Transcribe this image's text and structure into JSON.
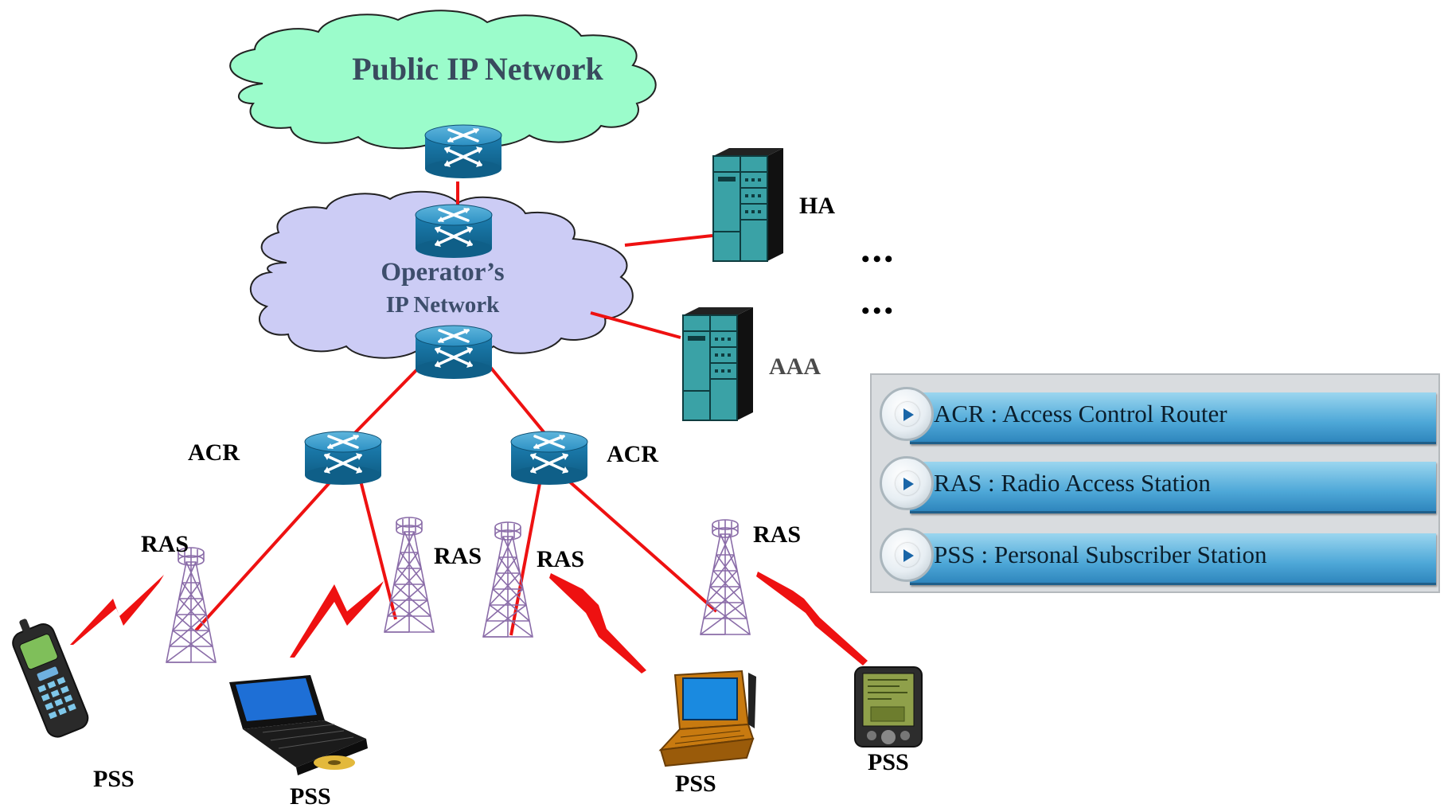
{
  "network": {
    "public_cloud_label": "Public IP Network",
    "operator_cloud_line1": "Operator’s",
    "operator_cloud_line2": "IP Network"
  },
  "servers": {
    "ha_label": "HA",
    "aaa_label": "AAA"
  },
  "ellipsis": {
    "row1": "•••",
    "row2": "•••"
  },
  "acr_labels": {
    "left": "ACR",
    "right": "ACR"
  },
  "ras_labels": {
    "r1": "RAS",
    "r2": "RAS",
    "r3": "RAS",
    "r4": "RAS"
  },
  "pss_labels": {
    "phone": "PSS",
    "laptop_black": "PSS",
    "laptop_orange": "PSS",
    "pda": "PSS"
  },
  "legend": {
    "items": [
      {
        "text": "ACR : Access Control Router"
      },
      {
        "text": "RAS : Radio Access Station"
      },
      {
        "text": "PSS : Personal Subscriber Station"
      }
    ]
  },
  "colors": {
    "public_cloud": "#9bfccb",
    "operator_cloud": "#ccccf5",
    "link": "#ee1111",
    "router": "#1879a8",
    "server": "#3aa2a6",
    "tower": "#8a6ca8"
  }
}
